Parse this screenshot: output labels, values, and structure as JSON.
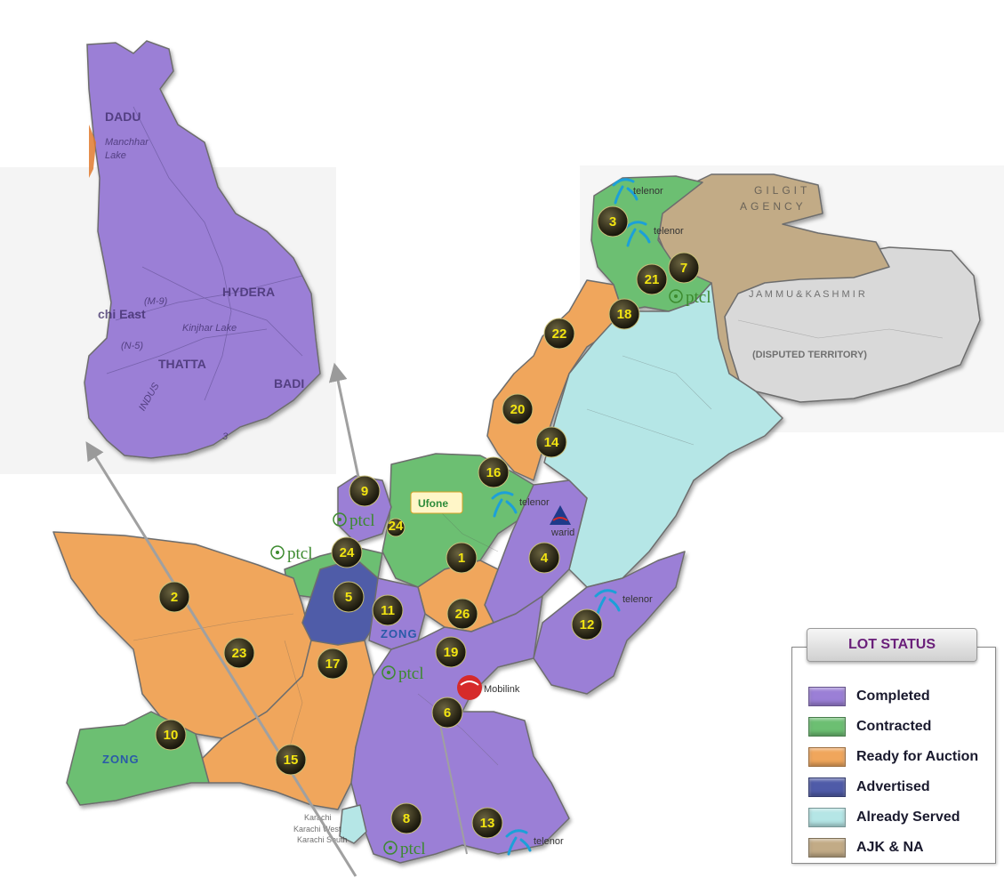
{
  "colors": {
    "completed": "#9b7fd6",
    "contracted": "#6cbf72",
    "ready_for_auction": "#f0a65c",
    "advertised": "#4f5ba8",
    "already_served": "#b5e6e6",
    "ajk_na": "#c2ab86",
    "disputed": "#d9d9d9",
    "marker": "#3a3520",
    "marker_text": "#f2e411"
  },
  "inset": {
    "places": [
      "DADU",
      "Manchhar",
      "Lake",
      "(M-9)",
      "HYDERA",
      "Kinjhar Lake",
      "chi East",
      "(N-5)",
      "THATTA",
      "INDUS",
      "BADI",
      "3"
    ]
  },
  "map_labels": {
    "disputed": "(DISPUTED   TERRITORY)",
    "gilgit": "GILGIT",
    "agency": "AGENCY",
    "kashmir": "J A M M U   &   K A S H M I R",
    "karachi": "Karachi",
    "karachi_west": "Karachi West",
    "karachi_south": "Karachi South"
  },
  "lots": [
    "1",
    "2",
    "3",
    "4",
    "5",
    "6",
    "7",
    "8",
    "9",
    "10",
    "11",
    "12",
    "13",
    "14",
    "15",
    "16",
    "17",
    "18",
    "19",
    "20",
    "21",
    "22",
    "23",
    "24",
    "24",
    "26"
  ],
  "brands": {
    "ptcl": "ptcl",
    "telenor": "telenor",
    "zong": "ZONG",
    "mobilink": "Mobilink",
    "ufone": "Ufone",
    "warid": "warid"
  },
  "legend": {
    "title": "LOT STATUS",
    "items": [
      {
        "label": "Completed",
        "color": "#9b7fd6"
      },
      {
        "label": "Contracted",
        "color": "#6cbf72"
      },
      {
        "label": "Ready for Auction",
        "color": "#f0a65c"
      },
      {
        "label": "Advertised",
        "color": "#4f5ba8"
      },
      {
        "label": "Already Served",
        "color": "#b5e6e6"
      },
      {
        "label": "AJK & NA",
        "color": "#c2ab86"
      }
    ]
  }
}
